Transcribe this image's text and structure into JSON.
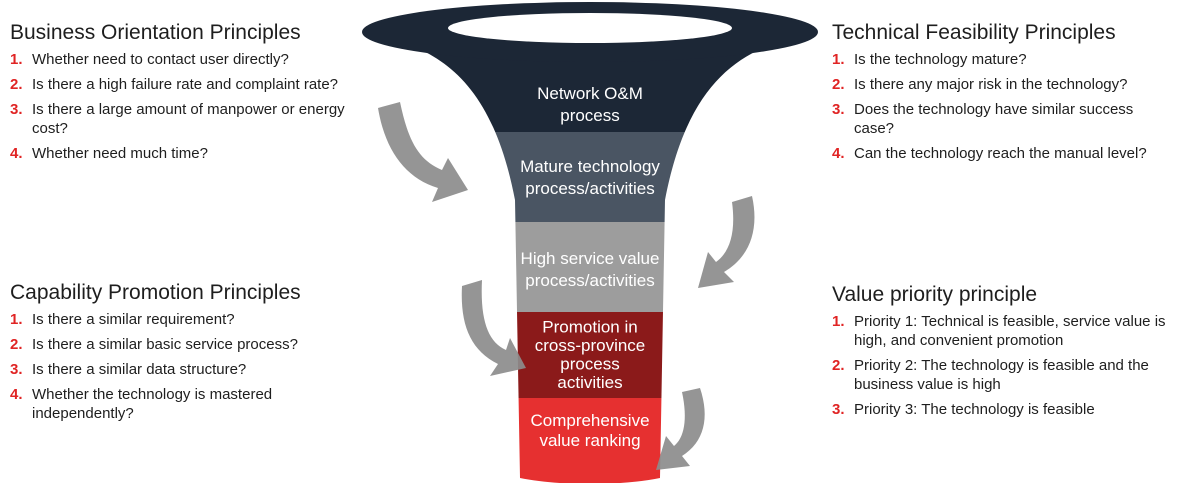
{
  "business_orientation": {
    "title": "Business Orientation Principles",
    "items": [
      {
        "num": "1.",
        "text": "Whether need to contact user directly?"
      },
      {
        "num": "2.",
        "text": "Is there a high failure rate and complaint rate?"
      },
      {
        "num": "3.",
        "text": "Is there a large amount of manpower or energy cost?"
      },
      {
        "num": "4.",
        "text": "Whether need much time?"
      }
    ]
  },
  "capability_promotion": {
    "title": "Capability Promotion Principles",
    "items": [
      {
        "num": "1.",
        "text": "Is there a similar requirement?"
      },
      {
        "num": "2.",
        "text": "Is there a similar basic service process?"
      },
      {
        "num": "3.",
        "text": "Is there a similar data structure?"
      },
      {
        "num": "4.",
        "text": "Whether the technology is mastered independently?"
      }
    ]
  },
  "technical_feasibility": {
    "title": "Technical Feasibility Principles",
    "items": [
      {
        "num": "1.",
        "text": "Is the technology mature?"
      },
      {
        "num": "2.",
        "text": "Is there any major risk in the technology?"
      },
      {
        "num": "3.",
        "text": "Does the technology have similar success case?"
      },
      {
        "num": "4.",
        "text": "Can the technology reach the manual level?"
      }
    ]
  },
  "value_priority": {
    "title": "Value priority principle",
    "items": [
      {
        "num": "1.",
        "text": "Priority 1: Technical is feasible, service value is high, and convenient promotion"
      },
      {
        "num": "2.",
        "text": "Priority 2: The technology is feasible and the business value is high"
      },
      {
        "num": "3.",
        "text": "Priority 3: The technology is feasible"
      }
    ]
  },
  "funnel": {
    "stages": [
      {
        "lines": [
          "Network O&M",
          "process"
        ],
        "color": "#1c2736"
      },
      {
        "lines": [
          "Mature technology",
          "process/activities"
        ],
        "color": "#4a5563"
      },
      {
        "lines": [
          "High service value",
          "process/activities"
        ],
        "color": "#9d9d9d"
      },
      {
        "lines": [
          "Promotion in",
          "cross-province",
          "process",
          "activities"
        ],
        "color": "#8b1a1a"
      },
      {
        "lines": [
          "Comprehensive",
          "value ranking"
        ],
        "color": "#e63030"
      }
    ],
    "arrow_color": "#8c8c8c"
  }
}
